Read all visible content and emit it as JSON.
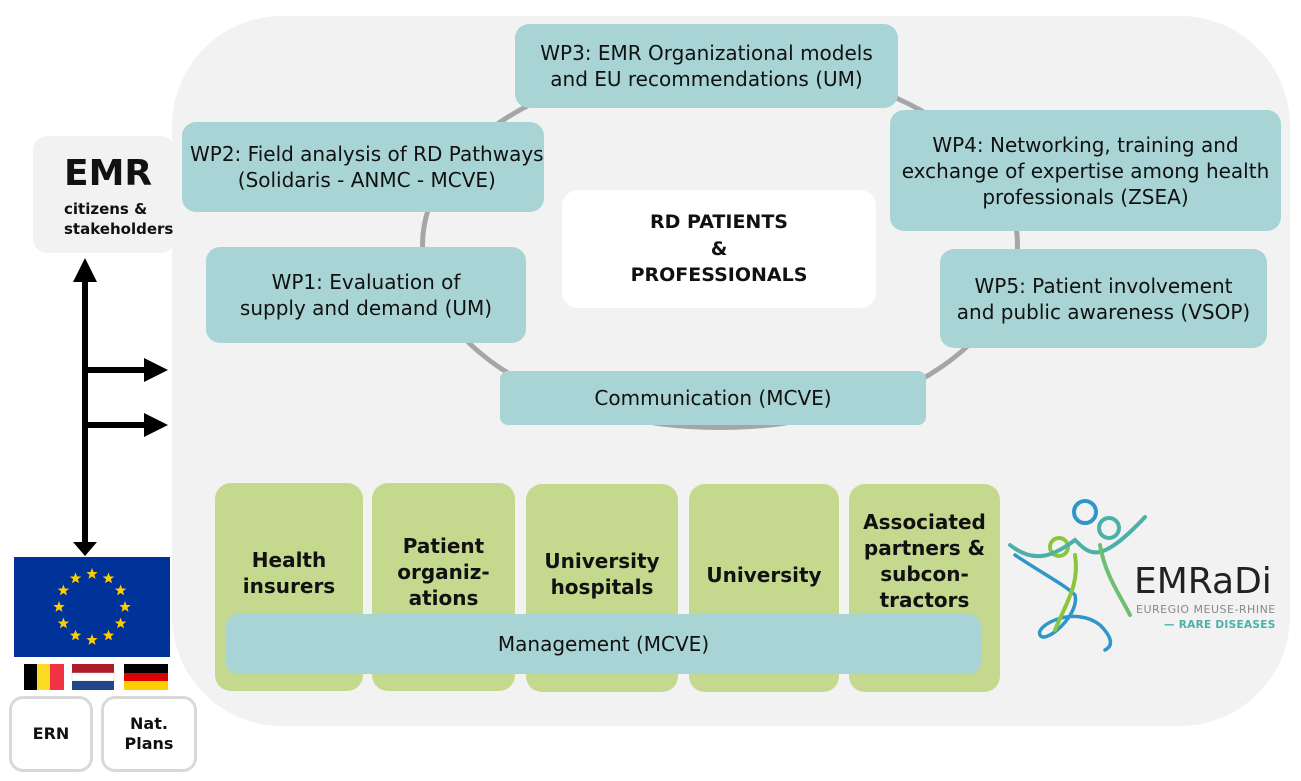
{
  "workpackages": [
    {
      "id": "wp3",
      "label": "WP3: EMR Organizational models\nand EU recommendations (UM)"
    },
    {
      "id": "wp2",
      "label": "WP2: Field analysis of RD Pathways\n(Solidaris - ANMC - MCVE)"
    },
    {
      "id": "wp4",
      "label": "WP4: Networking, training and\nexchange of expertise among health\nprofessionals (ZSEA)"
    },
    {
      "id": "wp1",
      "label": "WP1: Evaluation of\nsupply and demand (UM)"
    },
    {
      "id": "wp5",
      "label": "WP5: Patient involvement\nand public awareness (VSOP)"
    },
    {
      "id": "communication",
      "label": "Communication (MCVE)"
    }
  ],
  "center": {
    "label": "RD PATIENTS\n&\nPROFESSIONALS"
  },
  "partners": [
    {
      "label": "Health\ninsurers"
    },
    {
      "label": "Patient\norganiz-\nations"
    },
    {
      "label": "University\nhospitals"
    },
    {
      "label": "University"
    },
    {
      "label": "Associated\npartners &\nsubcon-\ntractors"
    }
  ],
  "management": {
    "label": "Management (MCVE)"
  },
  "emr": {
    "title": "EMR",
    "subtitle": "citizens &\nstakeholders"
  },
  "boxes": {
    "ern": "ERN",
    "nat_plans": "Nat.\nPlans"
  },
  "logo": {
    "title": "EMRaDi",
    "subtitle": "EUREGIO MEUSE-RHINE",
    "tagline": "— RARE DISEASES"
  },
  "colors": {
    "wp_fill": "#a8d4d6",
    "partner_fill": "#c5d98e",
    "panel_fill": "#f2f2f2",
    "ring": "#a6a6a6",
    "eu_blue": "#003399",
    "eu_star": "#ffcc00"
  },
  "flags": [
    "belgium",
    "netherlands",
    "germany"
  ]
}
